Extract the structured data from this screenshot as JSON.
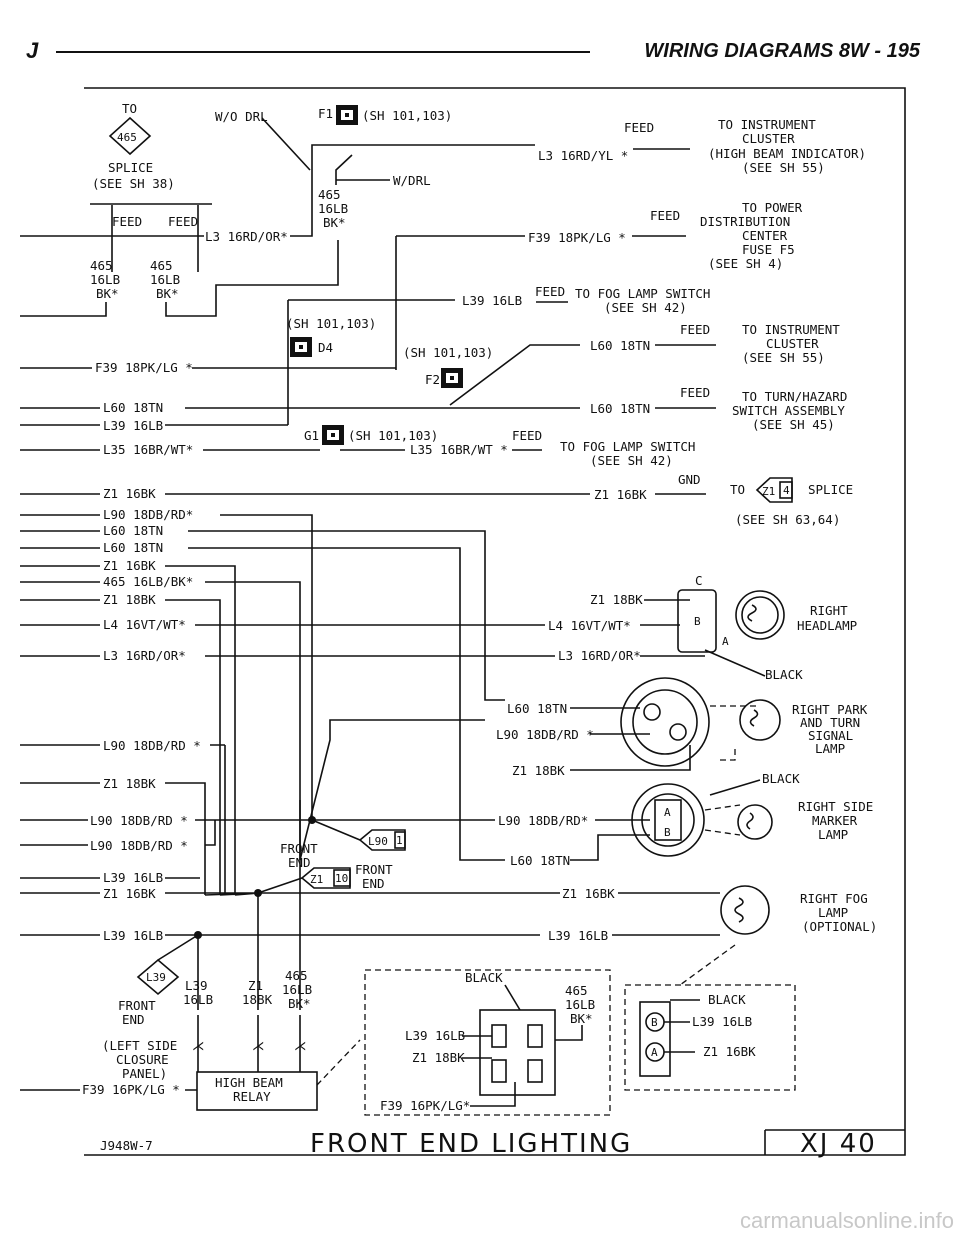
{
  "header": {
    "letter": "J",
    "section": "WIRING DIAGRAMS   8W - 195"
  },
  "footer": {
    "code": "J948W-7",
    "title": "FRONT END LIGHTING",
    "model": "XJ 40"
  },
  "watermark": "carmanualsonline.info",
  "top": {
    "to": "TO",
    "splice_num": "465",
    "splice": "SPLICE",
    "splice_ref": "(SEE SH 38)",
    "wo_drl": "W/O DRL",
    "w_drl": "W/DRL",
    "f1": "F1",
    "f1_ref": "(SH 101,103)",
    "feed_a": "FEED",
    "feed_b": "FEED",
    "l3_top": "L3 16RD/OR*",
    "c465a": [
      "465",
      "16LB",
      "BK*"
    ],
    "c465b": [
      "465",
      "16LB",
      "BK*"
    ],
    "c465c": [
      "465",
      "16LB",
      "BK*"
    ]
  },
  "right_labels": [
    {
      "wire": "L3 16RD/YL *",
      "type": "FEED",
      "dest": [
        "TO INSTRUMENT",
        "CLUSTER",
        "(HIGH BEAM INDICATOR)",
        "(SEE SH 55)"
      ]
    },
    {
      "wire": "F39 18PK/LG *",
      "type": "FEED",
      "dest": [
        "TO POWER",
        "DISTRIBUTION",
        "CENTER",
        "FUSE F5",
        "(SEE SH 4)"
      ]
    },
    {
      "wire": "L39 16LB",
      "type": "FEED",
      "dest": [
        "TO FOG LAMP SWITCH",
        "(SEE SH 42)"
      ]
    },
    {
      "wire": "L60 18TN",
      "type": "FEED",
      "dest": [
        "TO INSTRUMENT",
        "CLUSTER",
        "(SEE SH 55)"
      ]
    },
    {
      "wire": "L60 18TN",
      "type": "FEED",
      "dest": [
        "TO TURN/HAZARD",
        "SWITCH ASSEMBLY",
        "(SEE SH 45)"
      ]
    },
    {
      "wire": "L35 16BR/WT *",
      "type": "FEED",
      "dest": [
        "TO FOG LAMP SWITCH",
        "(SEE SH 42)"
      ]
    },
    {
      "wire": "Z1 16BK",
      "type": "GND",
      "dest": [
        "TO",
        "SPLICE",
        "(SEE SH 63,64)"
      ]
    }
  ],
  "connectors": {
    "sh_a": "(SH 101,103)",
    "sh_b": "(SH 101,103)",
    "d4": "D4",
    "f2": "F2",
    "g1": "G1",
    "g1_ref": "(SH 101,103)",
    "z1_splice_a": "Z1",
    "z1_splice_b": "4"
  },
  "left_wires": [
    "F39 18PK/LG *",
    "L60 18TN",
    "L39 16LB",
    "L35 16BR/WT*",
    "Z1 16BK",
    "L90 18DB/RD*",
    "L60 18TN",
    "L60 18TN",
    "Z1 16BK",
    "465 16LB/BK*",
    "Z1 18BK",
    "L4 16VT/WT*",
    "L3 16RD/OR*",
    "L90 18DB/RD *",
    "Z1 18BK",
    "L90 18DB/RD *",
    "L90 18DB/RD *",
    "L39 16LB",
    "Z1 16BK",
    "L39 16LB",
    "F39 16PK/LG *"
  ],
  "components": {
    "headlamp": {
      "name": [
        "RIGHT",
        "HEADLAMP"
      ],
      "w1": "Z1 18BK",
      "w2": "L4 16VT/WT*",
      "w3": "L3 16RD/OR*",
      "pins": [
        "C",
        "B",
        "A"
      ]
    },
    "black1": "BLACK",
    "park": {
      "name": [
        "RIGHT PARK",
        "AND TURN",
        "SIGNAL",
        "LAMP"
      ],
      "w1": "L60 18TN",
      "w2": "L90 18DB/RD *",
      "w3": "Z1 18BK"
    },
    "black2": "BLACK",
    "marker": {
      "name": [
        "RIGHT SIDE",
        "MARKER",
        "LAMP"
      ],
      "w1": "L90 18DB/RD*",
      "w2": "L60 18TN",
      "pins": [
        "A",
        "B"
      ]
    },
    "fog": {
      "name": [
        "RIGHT FOG",
        "LAMP",
        "(OPTIONAL)"
      ],
      "w1": "Z1 16BK",
      "w2": "L39 16LB"
    }
  },
  "splices": {
    "front_end_a": [
      "FRONT",
      "END"
    ],
    "l90": "L90",
    "l90_n": "1",
    "z1": "Z1",
    "z1_n": "10",
    "front_end_b": [
      "FRONT",
      "END"
    ],
    "l39": "L39",
    "left_side": [
      "FRONT",
      "END",
      "(LEFT SIDE",
      "CLOSURE",
      "PANEL)"
    ]
  },
  "relay": {
    "name": [
      "HIGH BEAM",
      "RELAY"
    ],
    "c1": [
      "L39",
      "16LB"
    ],
    "c2": [
      "Z1",
      "18BK"
    ],
    "c3": [
      "465",
      "16LB",
      "BK*"
    ],
    "box_black": "BLACK",
    "box_465": [
      "465",
      "16LB",
      "BK*"
    ],
    "box_l39": "L39 16LB",
    "box_z1": "Z1 18BK",
    "box_f39": "F39 16PK/LG*"
  },
  "fog_conn": {
    "black": "BLACK",
    "b": "L39 16LB",
    "a": "Z1 16BK",
    "pin_b": "B",
    "pin_a": "A"
  }
}
